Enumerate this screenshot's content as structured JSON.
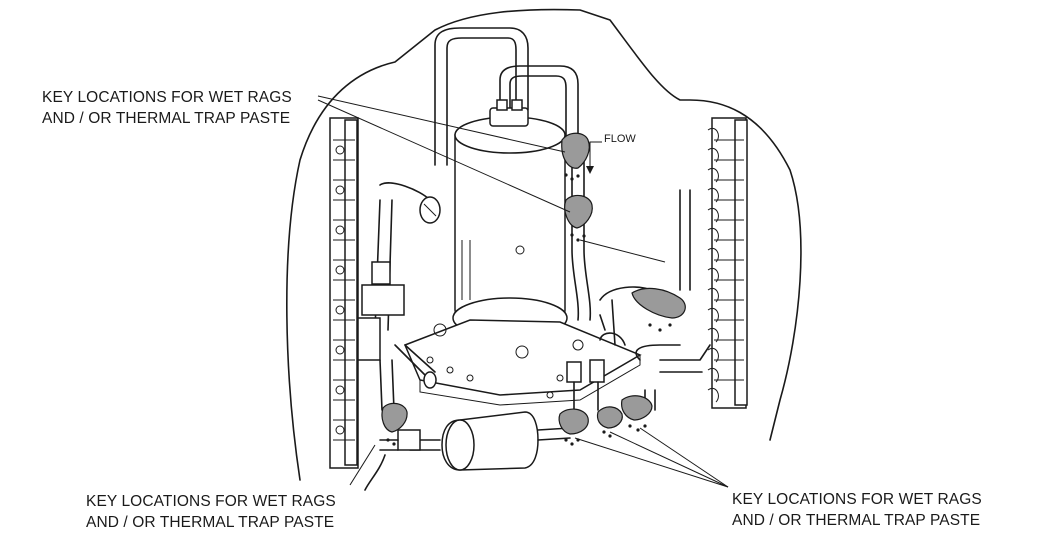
{
  "callouts": {
    "top": {
      "line1": "KEY LOCATIONS FOR WET RAGS",
      "line2": "AND / OR THERMAL TRAP PASTE"
    },
    "bottom_left": {
      "line1": "KEY LOCATIONS FOR WET RAGS",
      "line2": "AND / OR THERMAL TRAP PASTE"
    },
    "bottom_right": {
      "line1": "KEY LOCATIONS FOR WET RAGS",
      "line2": "AND / OR THERMAL TRAP PASTE"
    }
  },
  "flow_label": "FLOW",
  "colors": {
    "ink": "#1a1a1a",
    "rag": "#9a9a9a",
    "background": "#ffffff"
  }
}
